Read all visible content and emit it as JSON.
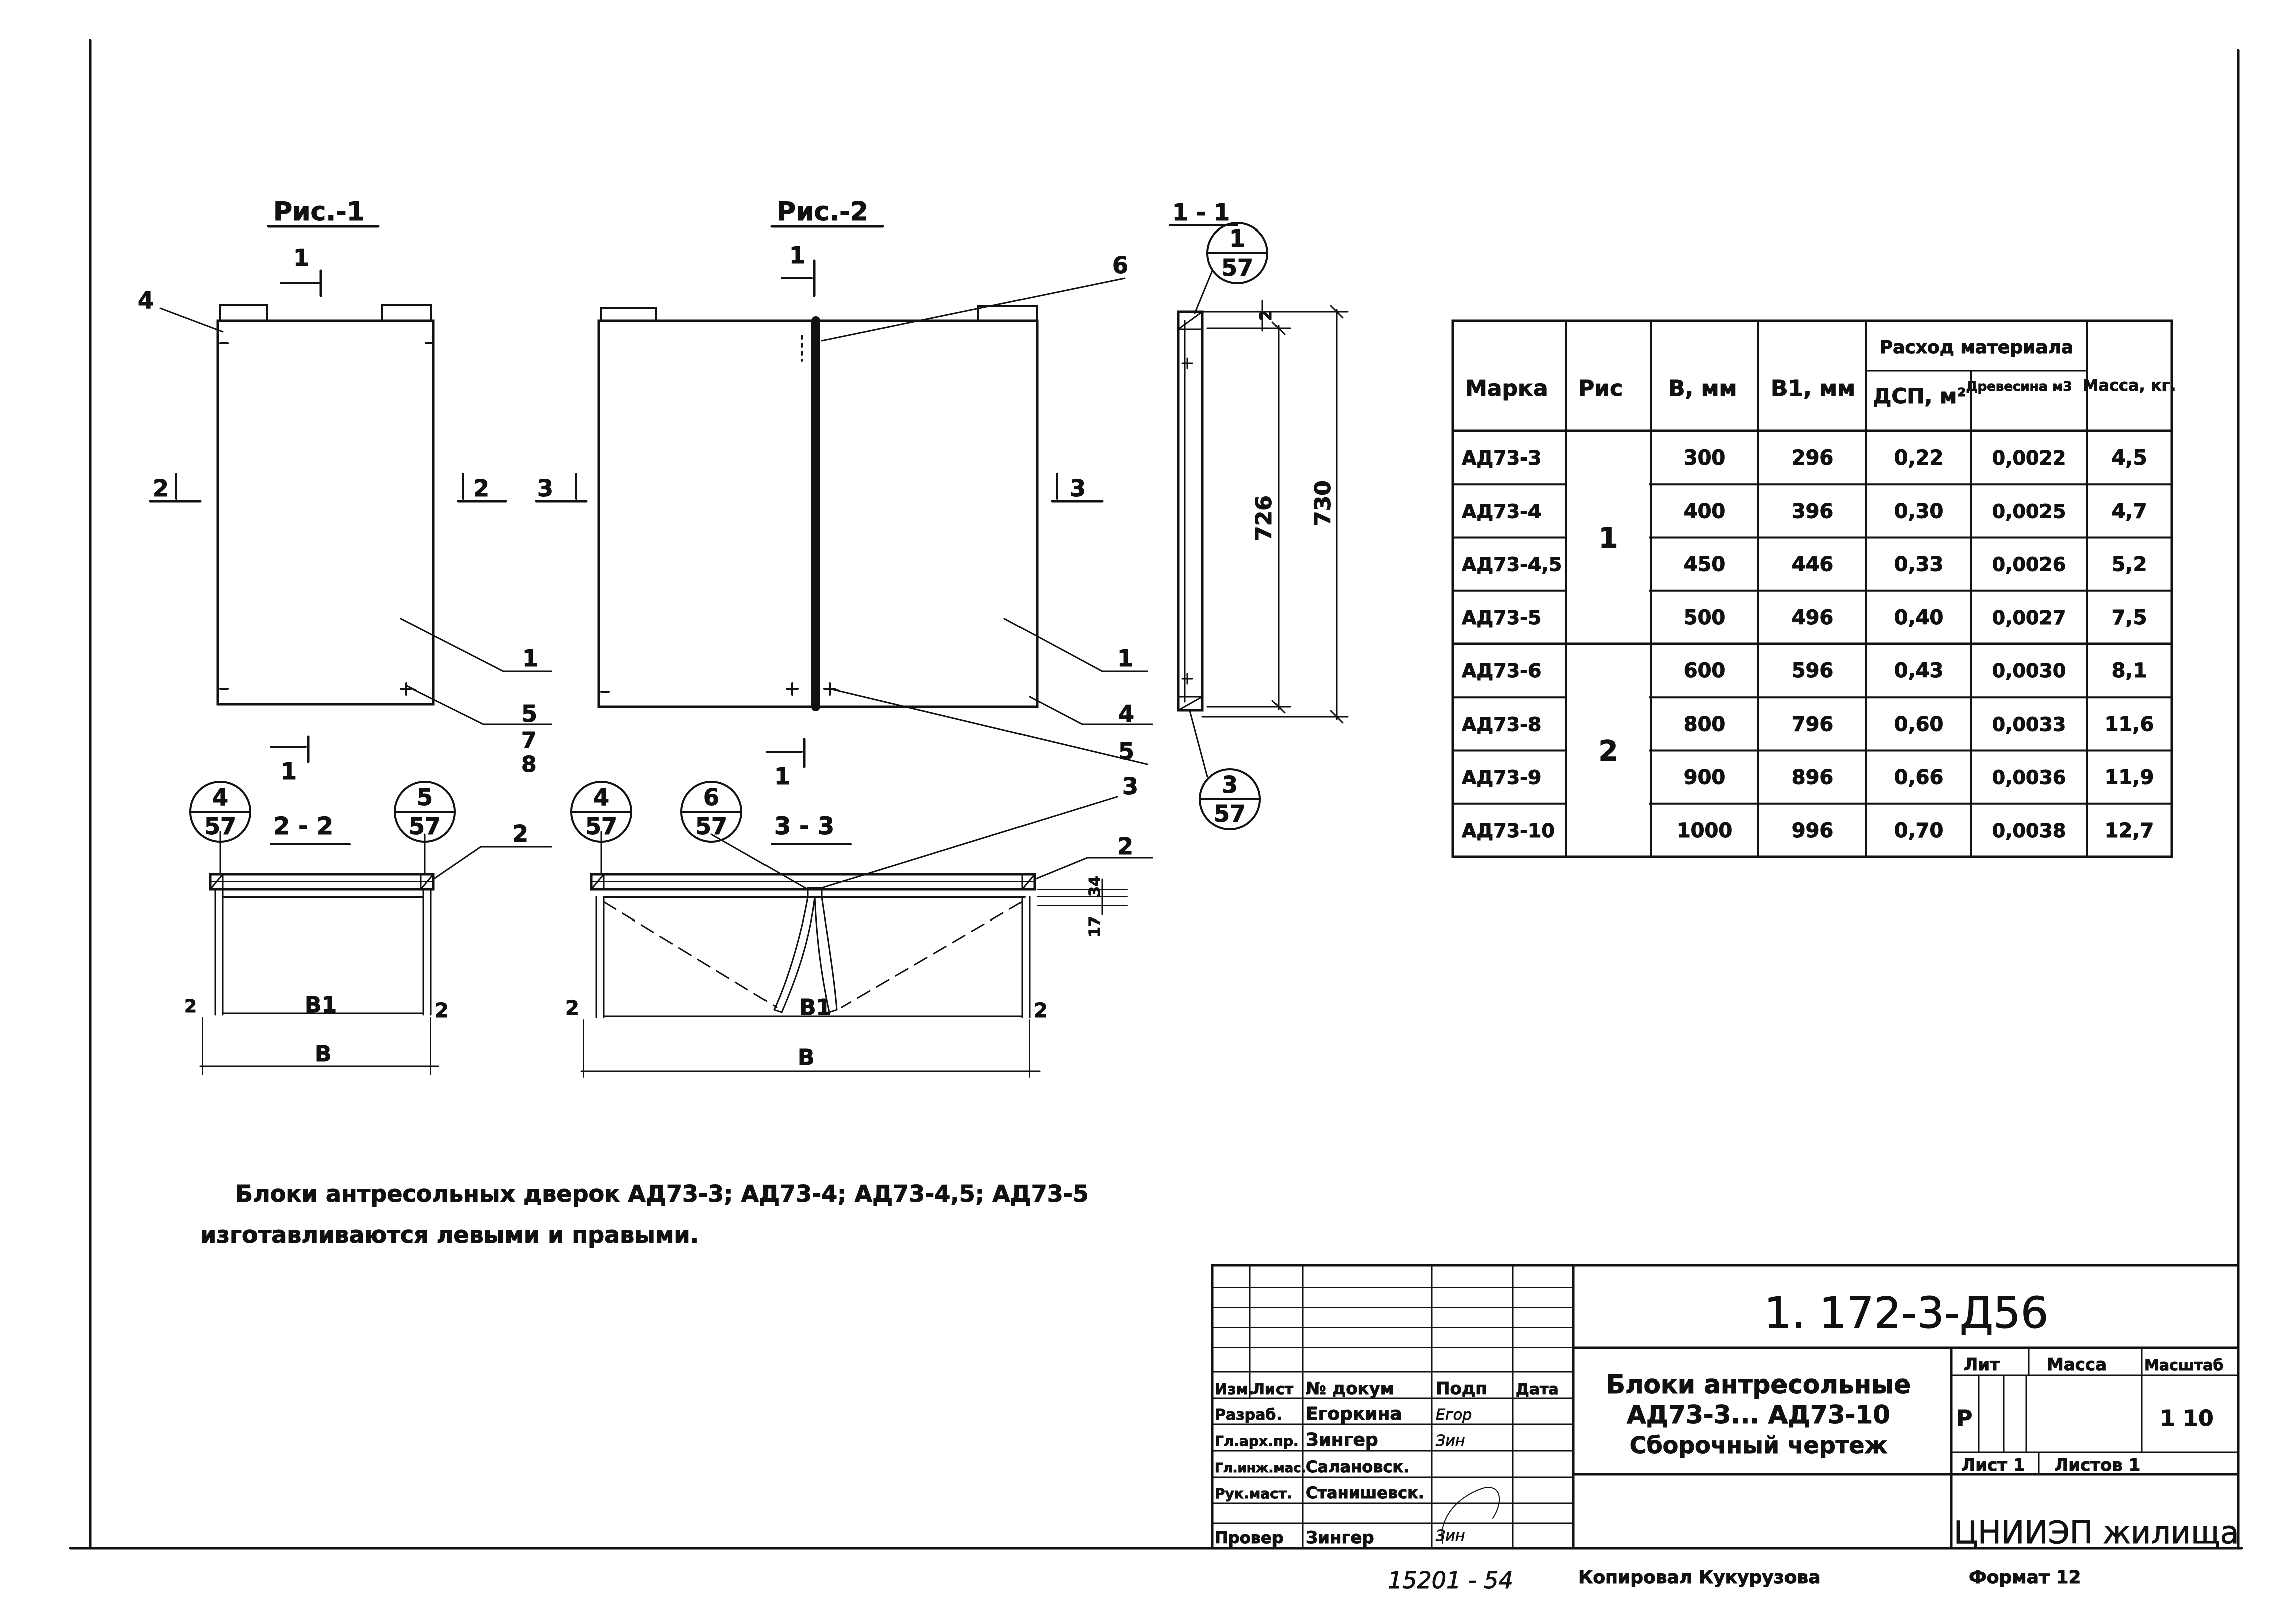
{
  "views": {
    "fig1": "Рис.-1",
    "fig2": "Рис.-2",
    "section11": "1 - 1",
    "section22": "2 - 2",
    "section33": "3 - 3"
  },
  "cuts": {
    "c1": "1",
    "c2": "2",
    "c3": "3"
  },
  "dims": {
    "d726": "726",
    "d730": "730",
    "d2": "2",
    "d34": "34",
    "d17": "17",
    "b": "В",
    "b1": "В1",
    "edge2": "2"
  },
  "callouts": [
    "1",
    "2",
    "3",
    "4",
    "5",
    "6",
    "7",
    "8"
  ],
  "nodes": [
    {
      "num": "1",
      "sheet": "57"
    },
    {
      "num": "3",
      "sheet": "57"
    },
    {
      "num": "4",
      "sheet": "57"
    },
    {
      "num": "5",
      "sheet": "57"
    },
    {
      "num": "4",
      "sheet": "57"
    },
    {
      "num": "6",
      "sheet": "57"
    }
  ],
  "spec_table": {
    "headers": {
      "mark": "Марка",
      "fig": "Рис",
      "b": "В, мм",
      "b1": "В1, мм",
      "consumption": "Расход материала",
      "dsp": "ДСП, м²",
      "wood": "Древесина м3",
      "mass": "Масса, кг."
    },
    "groups": [
      {
        "fig": "1",
        "rows": 4
      },
      {
        "fig": "2",
        "rows": 4
      }
    ],
    "rows": [
      {
        "mark": "АД73-3",
        "b": "300",
        "b1": "296",
        "dsp": "0,22",
        "wood": "0,0022",
        "mass": "4,5"
      },
      {
        "mark": "АД73-4",
        "b": "400",
        "b1": "396",
        "dsp": "0,30",
        "wood": "0,0025",
        "mass": "4,7"
      },
      {
        "mark": "АД73-4,5",
        "b": "450",
        "b1": "446",
        "dsp": "0,33",
        "wood": "0,0026",
        "mass": "5,2"
      },
      {
        "mark": "АД73-5",
        "b": "500",
        "b1": "496",
        "dsp": "0,40",
        "wood": "0,0027",
        "mass": "7,5"
      },
      {
        "mark": "АД73-6",
        "b": "600",
        "b1": "596",
        "dsp": "0,43",
        "wood": "0,0030",
        "mass": "8,1"
      },
      {
        "mark": "АД73-8",
        "b": "800",
        "b1": "796",
        "dsp": "0,60",
        "wood": "0,0033",
        "mass": "11,6"
      },
      {
        "mark": "АД73-9",
        "b": "900",
        "b1": "896",
        "dsp": "0,66",
        "wood": "0,0036",
        "mass": "11,9"
      },
      {
        "mark": "АД73-10",
        "b": "1000",
        "b1": "996",
        "dsp": "0,70",
        "wood": "0,0038",
        "mass": "12,7"
      }
    ]
  },
  "note": {
    "line1": "Блоки антресольных дверок АД73-3; АД73-4; АД73-4,5; АД73-5",
    "line2": "изготавливаются левыми и правыми."
  },
  "title_block": {
    "code": "1. 172-3-Д56",
    "col_headers": [
      "Изм.",
      "Лист",
      "№ докум",
      "Подп",
      "Дата"
    ],
    "roles": [
      {
        "role": "Разраб.",
        "name": "Егоркина",
        "sign": "Егор"
      },
      {
        "role": "Гл.арх.пр.",
        "name": "Зингер",
        "sign": "Зин"
      },
      {
        "role": "Гл.инж.мас.",
        "name": "Салановск.",
        "sign": ""
      },
      {
        "role": "Рук.маст.",
        "name": "Станишевск.",
        "sign": ""
      },
      {
        "role": "Провер",
        "name": "Зингер",
        "sign": "Зин"
      }
    ],
    "title_lines": [
      "Блоки антресольные",
      "АД73-3... АД73-10",
      "Сборочный чертеж"
    ],
    "lit_label": "Лит",
    "mass_label": "Масса",
    "scale_label": "Масштаб",
    "lit_value": "Р",
    "scale_value": "1 10",
    "sheet_label": "Лист 1",
    "sheets_label": "Листов 1",
    "org": "ЦНИИЭП жилища",
    "format": "Формат 12",
    "copied": "Копировал Кукурузова",
    "inv": "15201 - 54"
  }
}
